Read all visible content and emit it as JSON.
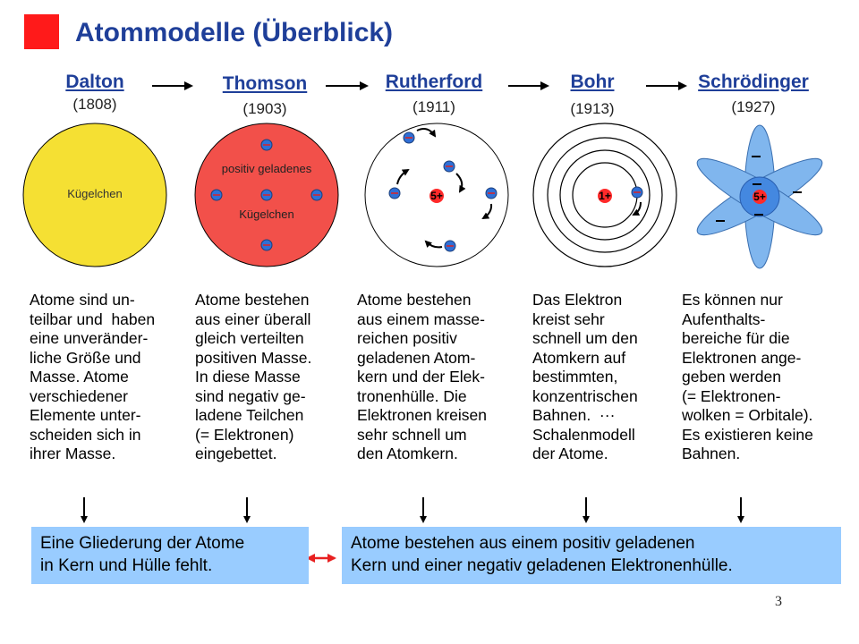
{
  "title": "Atommodelle (Überblick)",
  "models": [
    {
      "name": "Dalton",
      "year": "(1808)",
      "diagram_label": "Kügelchen",
      "description": "Atome sind un-\nteilbar und  haben\neine unveränder-\nliche Größe und\nMasse. Atome\nverschiedener\nElemente unter-\nscheiden sich in\nihrer Masse."
    },
    {
      "name": "Thomson",
      "year": "(1903)",
      "diagram_label_top": "positiv geladenes",
      "diagram_label_bottom": "Kügelchen",
      "description": "Atome bestehen\naus einer überall\ngleich verteilten\npositiven Masse.\nIn diese Masse\nsind negativ ge-\nladene Teilchen\n(= Elektronen)\neingebettet."
    },
    {
      "name": "Rutherford",
      "year": "(1911)",
      "nucleus_label": "5+",
      "description": "Atome bestehen\naus einem masse-\nreichen positiv\ngeladenen Atom-\nkern und der Elek-\ntronenhülle. Die\nElektronen kreisen\nsehr schnell um\nden Atomkern."
    },
    {
      "name": "Bohr",
      "year": "(1913)",
      "nucleus_label": "1+",
      "description": "Das Elektron\nkreist sehr\nschnell um den\nAtomkern auf\nbestimmten,\nkonzentrischen\nBahnen.  ···\nSchalenmodell\nder Atome."
    },
    {
      "name": "Schrödinger",
      "year": "(1927)",
      "nucleus_label": "5+",
      "description": "Es können nur\nAufenthalts-\nbereiche für die\nElektronen ange-\ngeben werden\n(= Elektronen-\nwolken = Orbitale).\nEs existieren keine\nBahnen."
    }
  ],
  "bottom_left_box": "Eine Gliederung der Atome\nin Kern und Hülle fehlt.",
  "bottom_right_box": "Atome bestehen aus einem positiv geladenen\nKern und einer negativ geladenen Elektronenhülle.",
  "page_number": "3",
  "colors": {
    "title": "#1f3f99",
    "title_square": "#ff1a1a",
    "dalton_sphere": "#f5e033",
    "thomson_sphere": "#f2504a",
    "electron": "#2f6fd6",
    "nucleus": "#ff2a2a",
    "orbital": "#80b6ee",
    "box": "#99ccff"
  }
}
